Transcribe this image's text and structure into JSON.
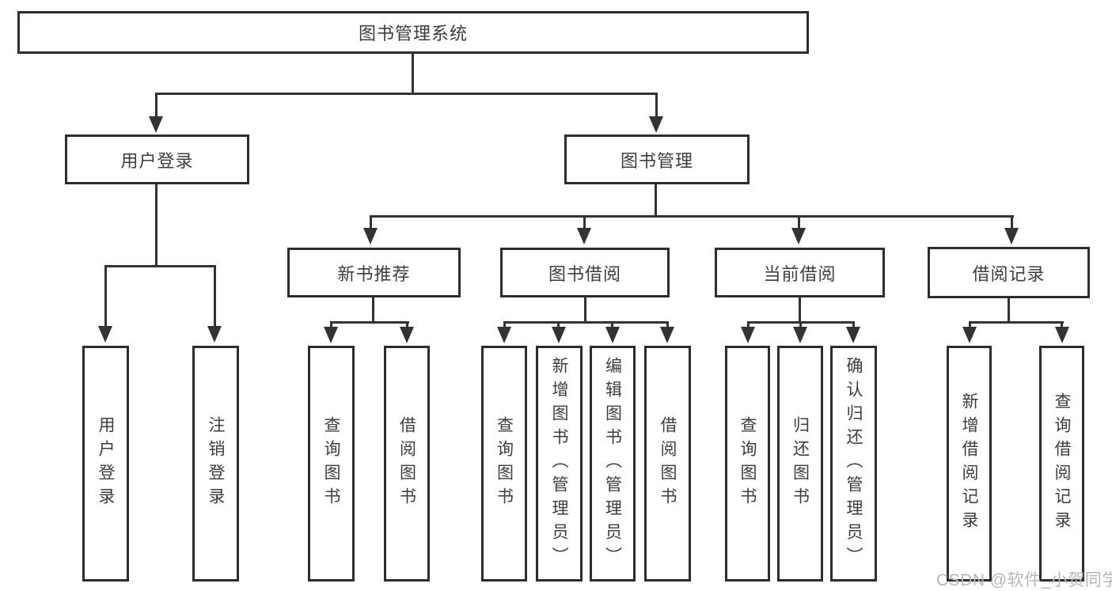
{
  "title": "图书管理系统",
  "tree": {
    "root": {
      "label": "图书管理系统"
    },
    "branches": [
      {
        "label": "用户登录",
        "children": [
          {
            "label": "用户登录"
          },
          {
            "label": "注销登录"
          }
        ]
      },
      {
        "label": "图书管理",
        "groups": [
          {
            "label": "新书推荐",
            "children": [
              {
                "label": "查询图书"
              },
              {
                "label": "借阅图书"
              }
            ]
          },
          {
            "label": "图书借阅",
            "children": [
              {
                "label": "查询图书"
              },
              {
                "label": "新增图书（管理员）"
              },
              {
                "label": "编辑图书（管理员）"
              },
              {
                "label": "借阅图书"
              }
            ]
          },
          {
            "label": "当前借阅",
            "children": [
              {
                "label": "查询图书"
              },
              {
                "label": "归还图书"
              },
              {
                "label": "确认归还（管理员）"
              }
            ]
          },
          {
            "label": "借阅记录",
            "children": [
              {
                "label": "新增借阅记录"
              },
              {
                "label": "查询借阅记录"
              }
            ]
          }
        ]
      }
    ]
  },
  "watermark": "CSDN @软件_小贺同学",
  "colors": {
    "line": "#333333",
    "box_border": "#2d2d2d",
    "text": "#3d3d3d",
    "watermark": "#b7b7b7",
    "background": "#ffffff"
  }
}
